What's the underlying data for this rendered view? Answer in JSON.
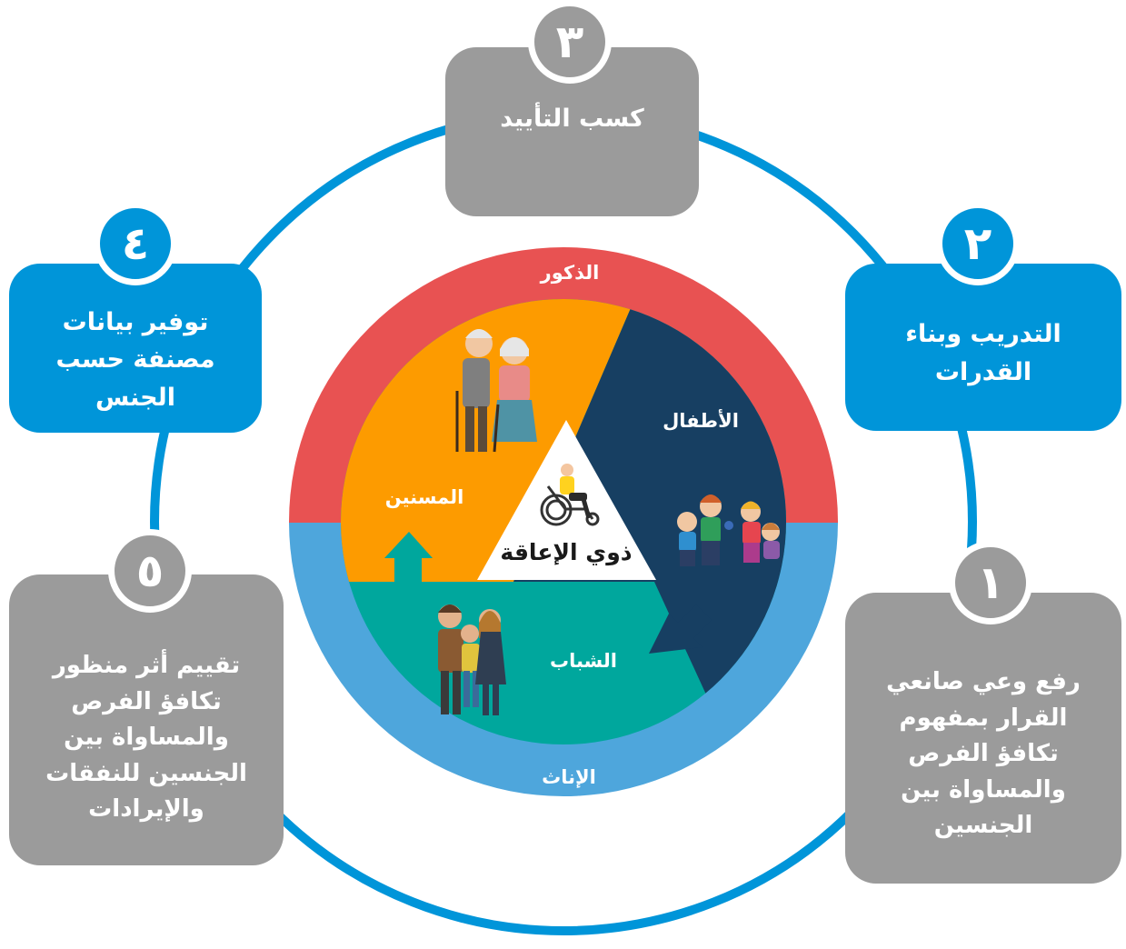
{
  "center": {
    "label": "ذوي الإعاقة"
  },
  "ring": {
    "top_label": "الذكور",
    "bottom_label": "الإناث"
  },
  "segments": {
    "elderly": "المسنين",
    "children": "الأطفال",
    "youth": "الشباب"
  },
  "steps": [
    {
      "number": "١",
      "label": "رفع وعي صانعي\nالقرار بمفهوم\nتكافؤ الفرص\nوالمساواة بين\nالجنسين"
    },
    {
      "number": "٢",
      "label": "التدريب وبناء\nالقدرات"
    },
    {
      "number": "٣",
      "label": "كسب التأييد"
    },
    {
      "number": "٤",
      "label": "توفير بيانات\nمصنفة حسب\nالجنس"
    },
    {
      "number": "٥",
      "label": "تقييم أثر منظور\nتكافؤ الفرص\nوالمساواة بين\nالجنسين للنفقات\nوالإيرادات"
    }
  ],
  "colors": {
    "ring_top": "#e85252",
    "ring_bottom": "#4ea6dc",
    "elderly": "#fd9b00",
    "children": "#173f62",
    "youth": "#00a79d",
    "outer_circle": "#0095d9",
    "box_gray": "#9b9b9b",
    "box_blue": "#0095d9"
  }
}
